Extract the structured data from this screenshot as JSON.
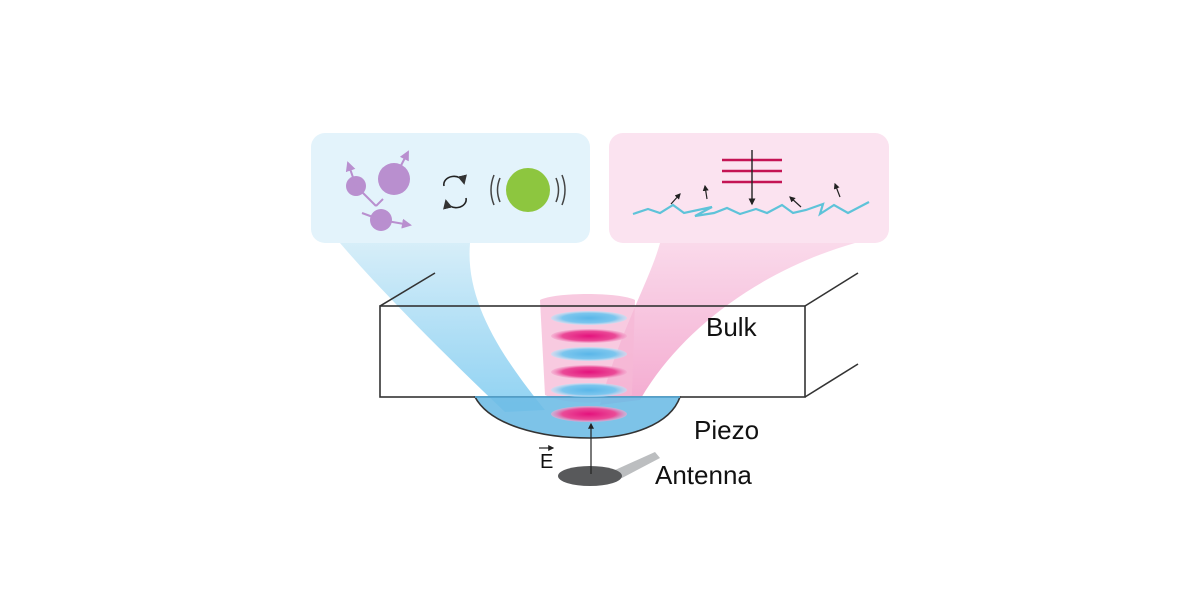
{
  "labels": {
    "bulk": "Bulk",
    "piezo": "Piezo",
    "antenna": "Antenna",
    "efield": "E"
  },
  "colors": {
    "blue_panel": "#e3f3fb",
    "pink_panel": "#fbe3f0",
    "phonon_blue": "#5ab6e8",
    "phonon_pink": "#e4127d",
    "spin_purple": "#b98fcf",
    "oscillator_green": "#8dc63f",
    "surface_cyan": "#5ec3d9",
    "energy_levels": "#c41454",
    "antenna_gray": "#58595b"
  },
  "icons": [
    "spin-ensemble-icon",
    "exchange-arrows-icon",
    "mechanical-oscillator-icon",
    "energy-levels-icon",
    "rough-surface-icon"
  ]
}
